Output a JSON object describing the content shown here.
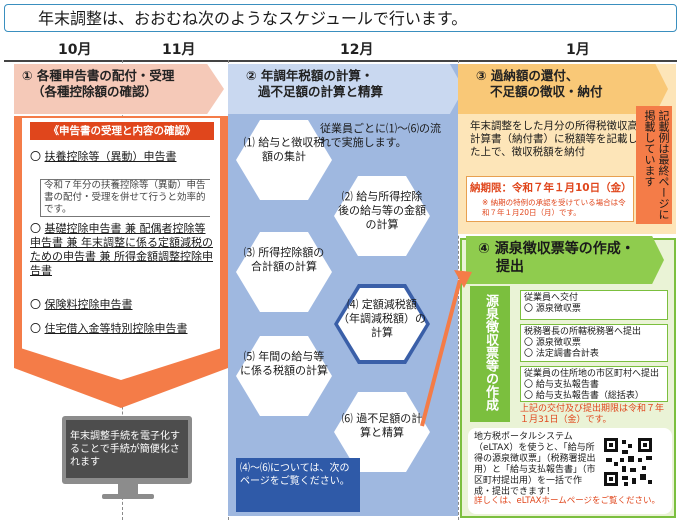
{
  "title": "年末調整は、おおむね次のようなスケジュールで行います。",
  "months": [
    "10月",
    "11月",
    "12月",
    "1月"
  ],
  "section1": {
    "title_line1": "① 各種申告書の配付・受理",
    "title_line2": "（各種控除額の確認）",
    "banner": "《申告書の受理と内容の確認》",
    "item1": "扶養控除等（異動）申告書",
    "item1_note": "令和７年分の扶養控除等（異動）申告書の配付・受理を併せて行うと効率的です。",
    "item2": "基礎控除申告書 兼 配偶者控除等申告書 兼 年末調整に係る定額減税のための申告書 兼 所得金額調整控除申告書",
    "item3": "保険料控除申告書",
    "item4": "住宅借入金等特別控除申告書",
    "bullet": "〇",
    "monitor_text": "年末調整手続を電子化することで手続が簡便化されます"
  },
  "section2": {
    "title_line1": "② 年調年税額の計算・",
    "title_line2": "過不足額の計算と精算",
    "intro": "従業員ごとに⑴～⑹の流れで実施します。",
    "step1": "⑴ 給与と徴収税額の集計",
    "step2": "⑵ 給与所得控除後の給与等の金額の計算",
    "step3": "⑶ 所得控除額の合計額の計算",
    "step4": "⑷ 定額減税額（年調減税額）の計算",
    "step5": "⑸ 年間の給与等に係る税額の計算",
    "step6": "⑹ 過不足額の計算と精算",
    "foot": "⑷～⑹については、次のページをご覧ください。"
  },
  "section3": {
    "title_line1": "③ 過納額の還付、",
    "title_line2": "不足額の徴収・納付",
    "text": "年末調整をした月分の所得税徴収高計算書（納付書）に税額等を記載した上で、徴収税額を納付",
    "deadline": "納期限：令和７年１月10日（金）",
    "deadline_note": "※ 納期の特例の承認を受けている場合は令和７年１月20日（月）です。",
    "side_note": "記載例は最終ページに掲載しています"
  },
  "section4": {
    "title_line1": "④ 源泉徴収票等の作成・",
    "title_line2": "提出",
    "vertical": "源泉徴収票等の作成",
    "box1_title": "従業員へ交付",
    "box1_item1": "〇 源泉徴収票",
    "box2_title": "税務署長の所轄税務署へ提出",
    "box2_item1": "〇 源泉徴収票",
    "box2_item2": "〇 法定調書合計表",
    "box3_title": "従業員の住所地の市区町村へ提出",
    "box3_item1": "〇 給与支払報告書",
    "box3_item2": "〇 給与支払報告書（総括表）",
    "red_note": "上記の交付及び提出期限は令和７年１月31日（金）です。",
    "portal_text": "地方税ポータルシステム（eLTAX）を使うと、「給与所得の源泉徴収票」（税務署提出用）と「給与支払報告書」（市区町村提出用）を一括で作成・提出できます！",
    "portal_foot": "詳しくは、eLTAXホームページをご覧ください。"
  },
  "colors": {
    "orange": "#f47c48",
    "blue": "#9fb8e0",
    "yellow": "#fde5b8",
    "green": "#7bbf3e"
  }
}
